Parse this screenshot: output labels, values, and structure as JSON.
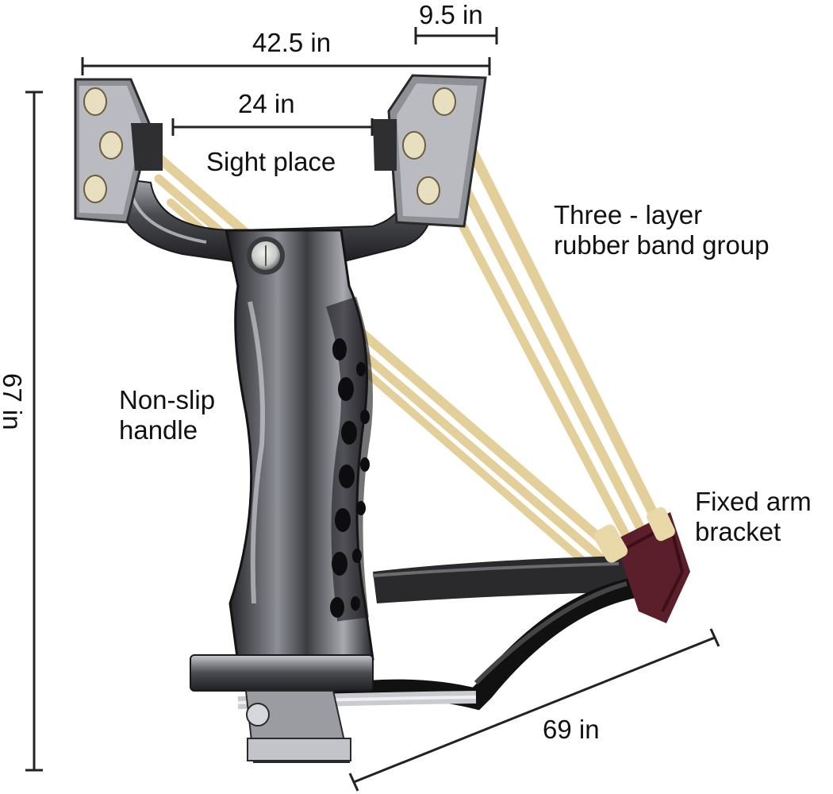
{
  "dimensions": {
    "overall_width": "42.5 in",
    "fork_tip": "9.5 in",
    "sight_width": "24 in",
    "height": "67 in",
    "depth": "69 in"
  },
  "labels": {
    "sight": "Sight place",
    "bands_line1": "Three - layer",
    "bands_line2": "rubber band group",
    "handle_line1": "Non-slip",
    "handle_line2": "handle",
    "bracket_line1": "Fixed arm",
    "bracket_line2": "bracket"
  },
  "colors": {
    "background": "#ffffff",
    "metal_dark": "#2e2e30",
    "metal_light": "#9a9ca2",
    "rubber": "#e3cf9a",
    "bracket": "#5a1f2a"
  }
}
